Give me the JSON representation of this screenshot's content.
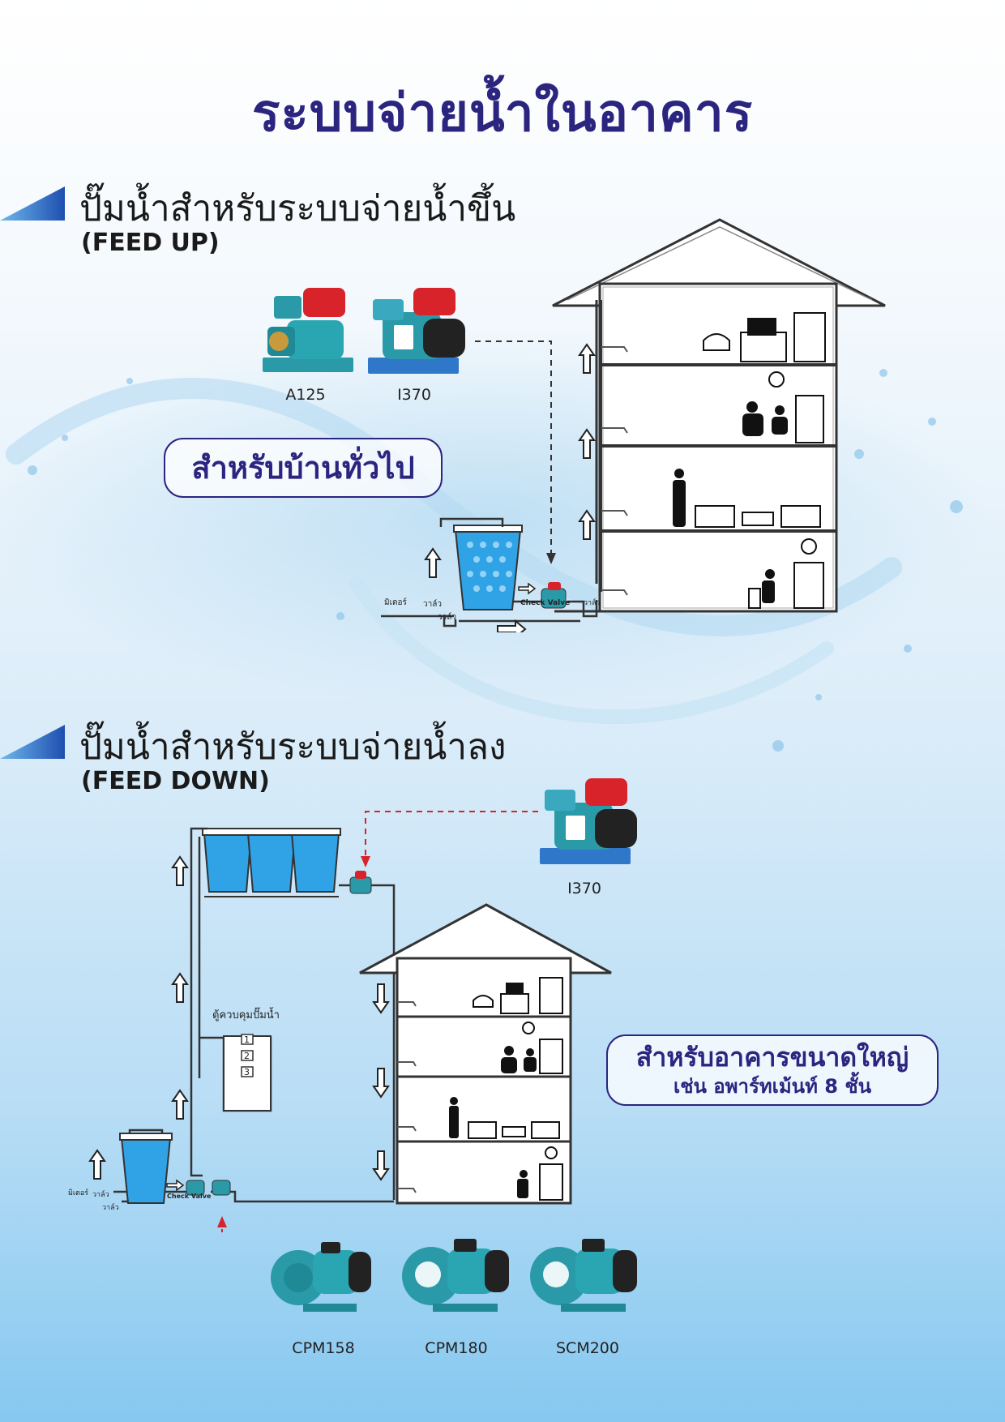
{
  "title": "ระบบจ่ายน้ำในอาคาร",
  "feed_up": {
    "heading": "ปั๊มน้ำสำหรับระบบจ่ายน้ำขึ้น",
    "sub": "(FEED UP)",
    "badge": "สำหรับบ้านทั่วไป",
    "models": [
      "A125",
      "I370"
    ]
  },
  "feed_down": {
    "heading": "ปั๊มน้ำสำหรับระบบจ่ายน้ำลง",
    "sub": "(FEED DOWN)",
    "badge_line1": "สำหรับอาคารขนาดใหญ่",
    "badge_line2": "เช่น อพาร์ทเม้นท์ 8 ชั้น",
    "top_model": "I370",
    "models": [
      "CPM158",
      "CPM180",
      "SCM200"
    ],
    "control_box": "ตู้ควบคุมปั๊มน้ำ",
    "control_numbers": [
      "1",
      "2",
      "3"
    ]
  },
  "diagram_labels": {
    "meter": "มิเตอร์",
    "valve": "วาล์ว",
    "check_valve": "Check Valve"
  },
  "colors": {
    "title": "#2b2580",
    "accent_triangle": "#1e5fb5",
    "pump_teal": "#2a9aa8",
    "pump_red": "#d8232a",
    "tank_blue": "#2fa3e6",
    "dashed": "#333333",
    "dashed_red": "#d8232a"
  }
}
